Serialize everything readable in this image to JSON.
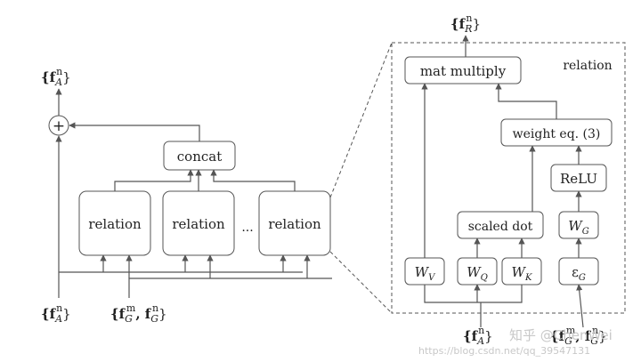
{
  "left": {
    "output_label": "{f",
    "output_sup": "n",
    "output_sub": "A",
    "output_close": "}",
    "plus_symbol": "+",
    "concat_label": "concat",
    "relation_labels": [
      "relation",
      "relation",
      "relation"
    ],
    "ellipsis": "...",
    "input_a": {
      "open": "{f",
      "sup": "n",
      "sub": "A",
      "close": "}"
    },
    "input_g": {
      "open": "{f",
      "sup1": "m",
      "sub1": "G",
      "mid": ", f",
      "sup2": "n",
      "sub2": "G",
      "close": "}"
    }
  },
  "right": {
    "panel_title": "relation",
    "output": {
      "open": "{f",
      "sup": "n",
      "sub": "R",
      "close": "}"
    },
    "mat_multiply": "mat multiply",
    "weight_eq": "weight eq. (3)",
    "relu": "ReLU",
    "scaled_dot": "scaled dot",
    "wg": {
      "main": "W",
      "sub": "G"
    },
    "wv": {
      "main": "W",
      "sub": "V"
    },
    "wq": {
      "main": "W",
      "sub": "Q"
    },
    "wk": {
      "main": "W",
      "sub": "K"
    },
    "eg": {
      "main": "ε",
      "sub": "G"
    },
    "input_a": {
      "open": "{f",
      "sup": "n",
      "sub": "A",
      "close": "}"
    },
    "input_g": {
      "open": "{f",
      "sup1": "m",
      "sub1": "G",
      "mid": ", f",
      "sup2": "n",
      "sub2": "G",
      "close": "}"
    }
  },
  "watermark": {
    "brand": "知乎 @ChenWei",
    "url": "https://blog.csdn.net/qq_39547131"
  }
}
